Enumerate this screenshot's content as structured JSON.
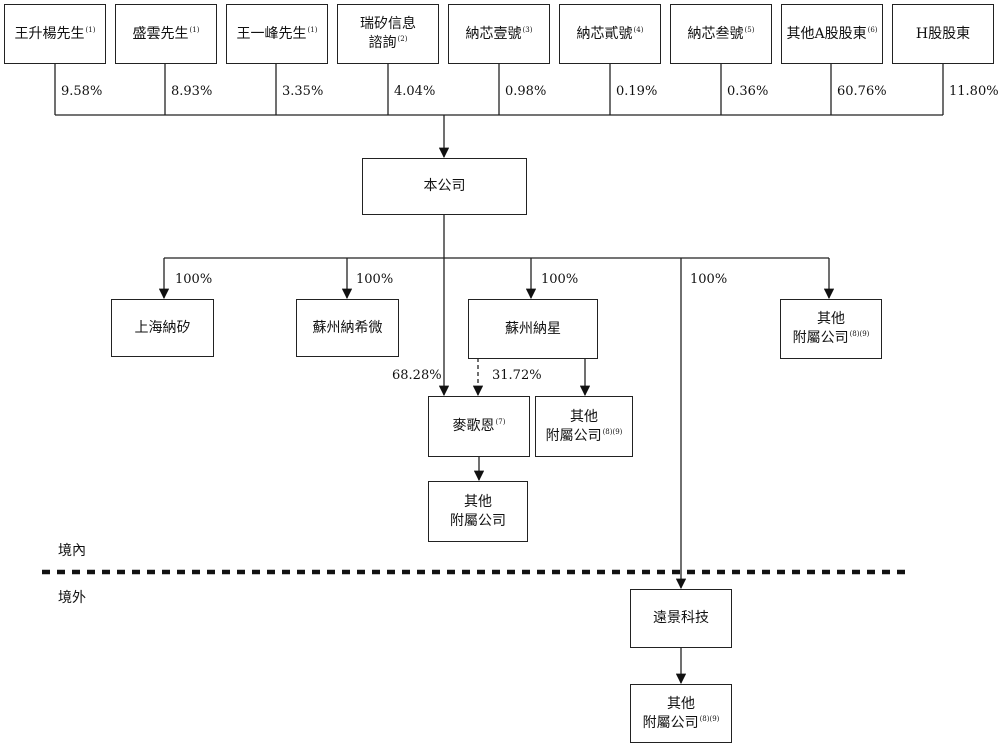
{
  "shareholders": [
    {
      "name": "王升楊先生",
      "note": "(1)",
      "pct": "9.58%"
    },
    {
      "name": "盛雲先生",
      "note": "(1)",
      "pct": "8.93%"
    },
    {
      "name": "王一峰先生",
      "note": "(1)",
      "pct": "3.35%"
    },
    {
      "name_line1": "瑞矽信息",
      "name_line2": "諮詢",
      "note": "(2)",
      "pct": "4.04%"
    },
    {
      "name": "納芯壹號",
      "note": "(3)",
      "pct": "0.98%"
    },
    {
      "name": "納芯貳號",
      "note": "(4)",
      "pct": "0.19%"
    },
    {
      "name": "納芯叁號",
      "note": "(5)",
      "pct": "0.36%"
    },
    {
      "name": "其他A股股東",
      "note": "(6)",
      "pct": "60.76%"
    },
    {
      "name": "H股股東",
      "note": "",
      "pct": "11.80%"
    }
  ],
  "company": {
    "name": "本公司"
  },
  "subsidiaries": {
    "shanghai": {
      "name": "上海納矽",
      "pct": "100%"
    },
    "suzhou_naxiwei": {
      "name": "蘇州納希微",
      "pct": "100%"
    },
    "suzhou_naxing": {
      "name": "蘇州納星",
      "pct": "100%"
    },
    "yuanjing_pct": "100%",
    "other_top": {
      "line1": "其他",
      "line2": "附屬公司",
      "note": "(8)(9)"
    },
    "maigeen": {
      "name": "麥歌恩",
      "note": "(7)",
      "pct_from_company": "68.28%",
      "pct_from_naxing": "31.72%"
    },
    "other_naxing": {
      "line1": "其他",
      "line2": "附屬公司",
      "note": "(8)(9)"
    },
    "other_maigeen": {
      "line1": "其他",
      "line2": "附屬公司"
    },
    "yuanjing": {
      "name": "遠景科技"
    },
    "other_yuanjing": {
      "line1": "其他",
      "line2": "附屬公司",
      "note": "(8)(9)"
    }
  },
  "regions": {
    "domestic": "境內",
    "overseas": "境外"
  }
}
